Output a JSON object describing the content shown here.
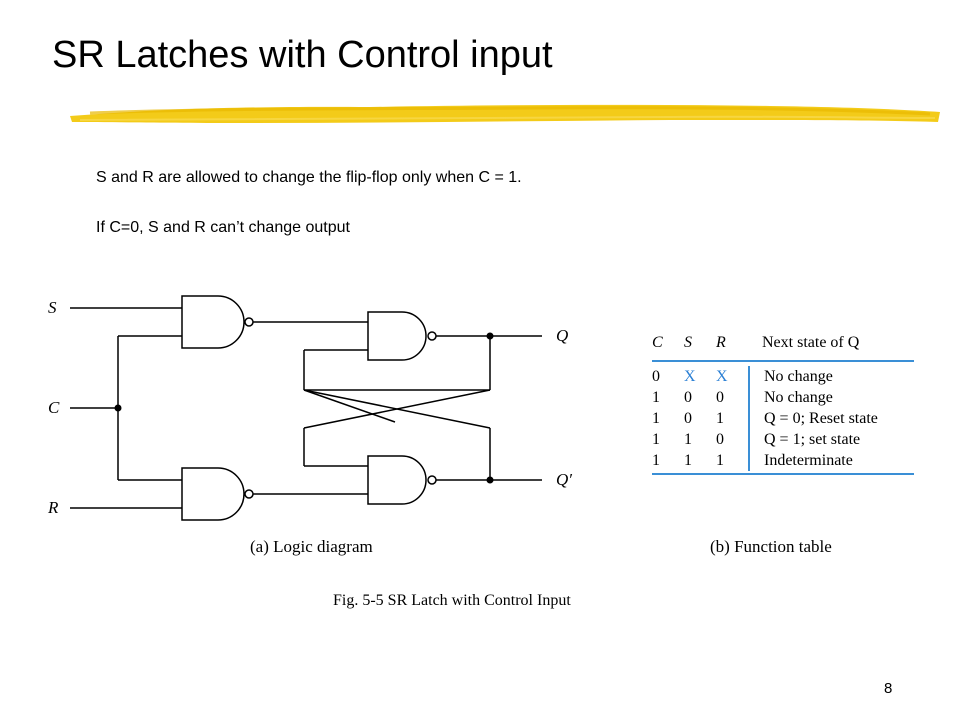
{
  "slide": {
    "title": "SR Latches with Control input",
    "bullets": [
      "S and R are allowed to change the flip-flop only when C = 1.",
      "If C=0, S and R can’t change output"
    ],
    "page_number": "8"
  },
  "diagram": {
    "inputs": {
      "s": "S",
      "c": "C",
      "r": "R"
    },
    "outputs": {
      "q": "Q",
      "qbar": "Q′"
    },
    "caption": "(a) Logic diagram"
  },
  "function_table": {
    "headers": {
      "c": "C",
      "s": "S",
      "r": "R",
      "next": "Next state of Q"
    },
    "rows": [
      {
        "c": "0",
        "s": "X",
        "r": "X",
        "next": "No change"
      },
      {
        "c": "1",
        "s": "0",
        "r": "0",
        "next": "No change"
      },
      {
        "c": "1",
        "s": "0",
        "r": "1",
        "next": "Q = 0; Reset state"
      },
      {
        "c": "1",
        "s": "1",
        "r": "0",
        "next": "Q = 1; set state"
      },
      {
        "c": "1",
        "s": "1",
        "r": "1",
        "next": "Indeterminate"
      }
    ],
    "caption": "(b) Function table"
  },
  "figure_caption": "Fig. 5-5  SR Latch with Control Input",
  "colors": {
    "highlight": "#f2c500",
    "table_rule": "#3a8fd6",
    "x_mark": "#2a7fd4"
  }
}
